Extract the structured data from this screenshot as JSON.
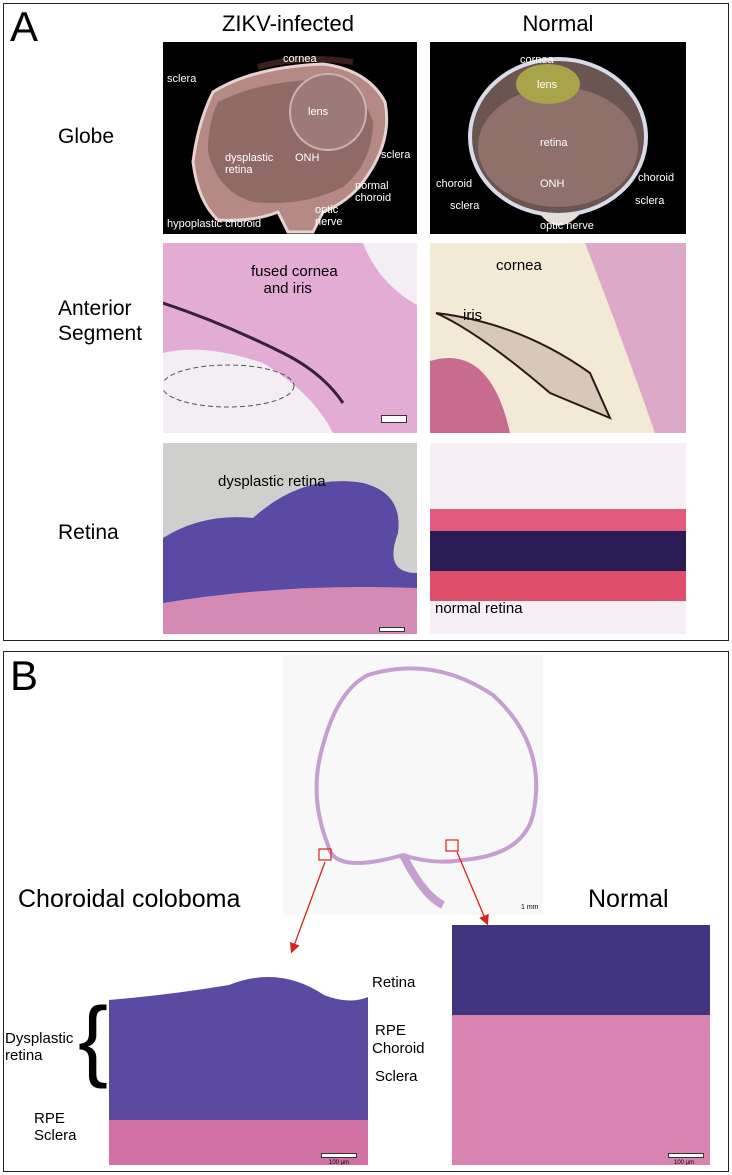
{
  "panel_a": {
    "letter": "A",
    "col_zikv": "ZIKV-infected",
    "col_normal": "Normal",
    "rows": {
      "globe": "Globe",
      "anterior": "Anterior\nSegment",
      "retina": "Retina"
    },
    "zikv_globe": {
      "cornea": "cornea",
      "lens": "lens",
      "sclera_l": "sclera",
      "sclera_r": "sclera",
      "dysplastic": "dysplastic\nretina",
      "onh": "ONH",
      "normal_choroid": "normal\nchoroid",
      "optic_nerve": "optic\nnerve",
      "hypoplastic": "hypoplastic choroid"
    },
    "normal_globe": {
      "cornea": "cornea",
      "lens": "lens",
      "retina": "retina",
      "choroid_l": "choroid",
      "choroid_r": "choroid",
      "onh": "ONH",
      "sclera_l": "sclera",
      "sclera_r": "sclera",
      "optic_nerve": "optic nerve"
    },
    "zikv_anterior": {
      "fused": "fused cornea\nand iris"
    },
    "normal_anterior": {
      "cornea": "cornea",
      "iris": "iris"
    },
    "zikv_retina": {
      "label": "dysplastic retina"
    },
    "normal_retina": {
      "label": "normal retina"
    }
  },
  "panel_b": {
    "letter": "B",
    "choroidal": "Choroidal coloboma",
    "normal": "Normal",
    "scale_overview": "1 mm",
    "scale_left": "100 µm",
    "scale_right": "100 µm",
    "left_labels": {
      "dysplastic": "Dysplastic\nretina",
      "rpe": "RPE",
      "sclera": "Sclera"
    },
    "right_labels": {
      "retina": "Retina",
      "rpe": "RPE",
      "choroid": "Choroid",
      "sclera": "Sclera"
    }
  },
  "colors": {
    "he_pink": "#e9a9cf",
    "he_purple": "#3d2a8a",
    "arrow_red": "#d6251f"
  }
}
